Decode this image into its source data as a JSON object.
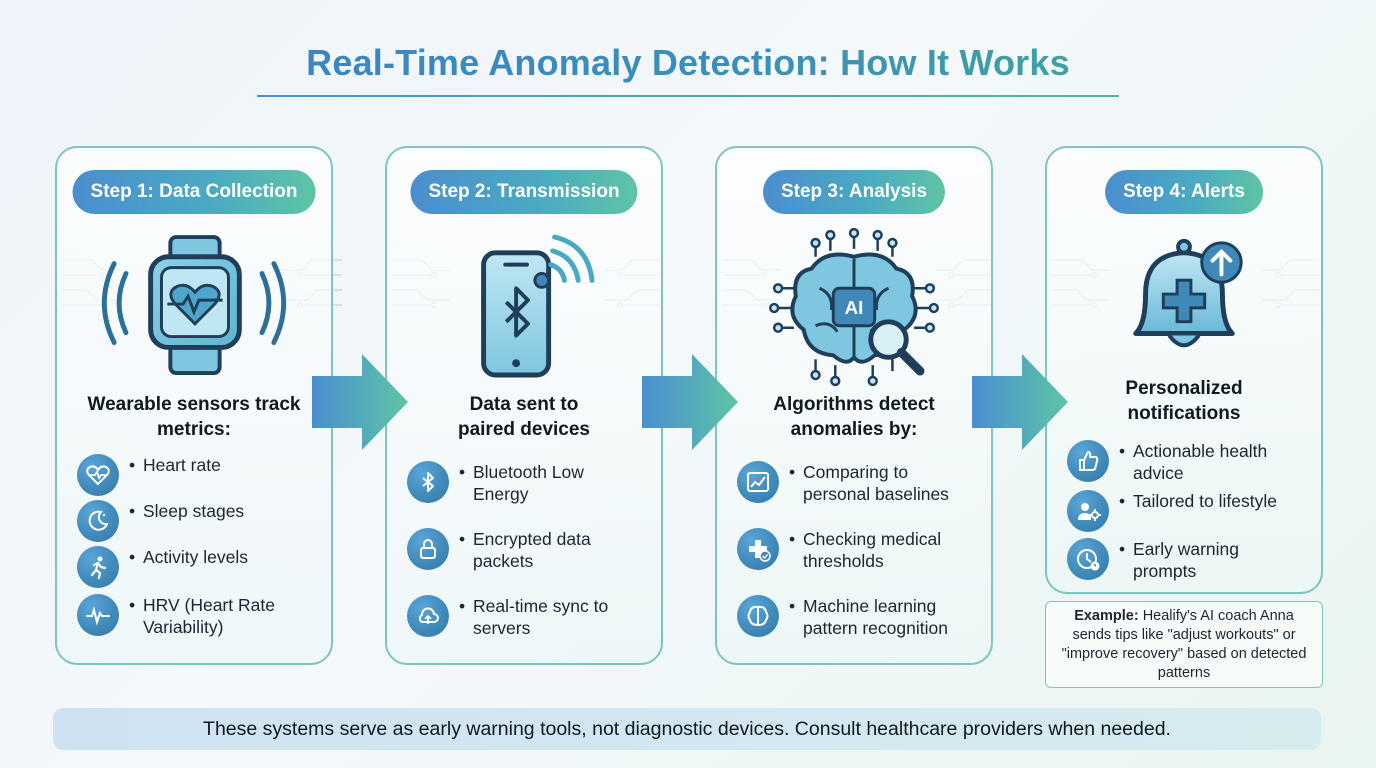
{
  "title": "Real-Time Anomaly Detection: How It Works",
  "steps": [
    {
      "label": "Step 1: Data Collection",
      "icon": "smartwatch-heart-icon",
      "heading": "Wearable sensors track metrics:",
      "items": [
        {
          "icon": "heart-pulse-icon",
          "text": "Heart rate"
        },
        {
          "icon": "moon-stars-icon",
          "text": "Sleep stages"
        },
        {
          "icon": "running-person-icon",
          "text": "Activity levels"
        },
        {
          "icon": "waveform-icon",
          "text": "HRV (Heart Rate Variability)"
        }
      ]
    },
    {
      "label": "Step 2: Transmission",
      "icon": "phone-bluetooth-icon",
      "heading": "Data sent to paired devices",
      "items": [
        {
          "icon": "bluetooth-icon",
          "text": "Bluetooth Low Energy"
        },
        {
          "icon": "lock-icon",
          "text": "Encrypted data packets"
        },
        {
          "icon": "cloud-sync-icon",
          "text": "Real-time sync to servers"
        }
      ]
    },
    {
      "label": "Step 3: Analysis",
      "icon": "ai-brain-magnifier-icon",
      "icon_text": "AI",
      "heading": "Algorithms detect anomalies by:",
      "items": [
        {
          "icon": "chart-baseline-icon",
          "text": "Comparing to personal baselines"
        },
        {
          "icon": "medical-cross-check-icon",
          "text": "Checking medical thresholds"
        },
        {
          "icon": "brain-icon",
          "text": "Machine learning pattern recognition"
        }
      ]
    },
    {
      "label": "Step 4: Alerts",
      "icon": "bell-medical-icon",
      "heading": "Personalized notifications",
      "items": [
        {
          "icon": "thumbs-up-icon",
          "text": "Actionable health advice"
        },
        {
          "icon": "user-gear-icon",
          "text": "Tailored to lifestyle"
        },
        {
          "icon": "clock-alert-icon",
          "text": "Early warning prompts"
        }
      ]
    }
  ],
  "example": {
    "label": "Example:",
    "text": "Healify's AI coach Anna sends tips like \"adjust workouts\" or \"improve recovery\" based on detected patterns"
  },
  "footer": "These systems serve as early warning tools, not diagnostic devices. Consult healthcare providers when needed.",
  "colors": {
    "accent_blue": "#4a8ed0",
    "accent_teal": "#5ec4a6",
    "icon_dark": "#1f3e5a",
    "card_border": "#7fc4c2"
  }
}
